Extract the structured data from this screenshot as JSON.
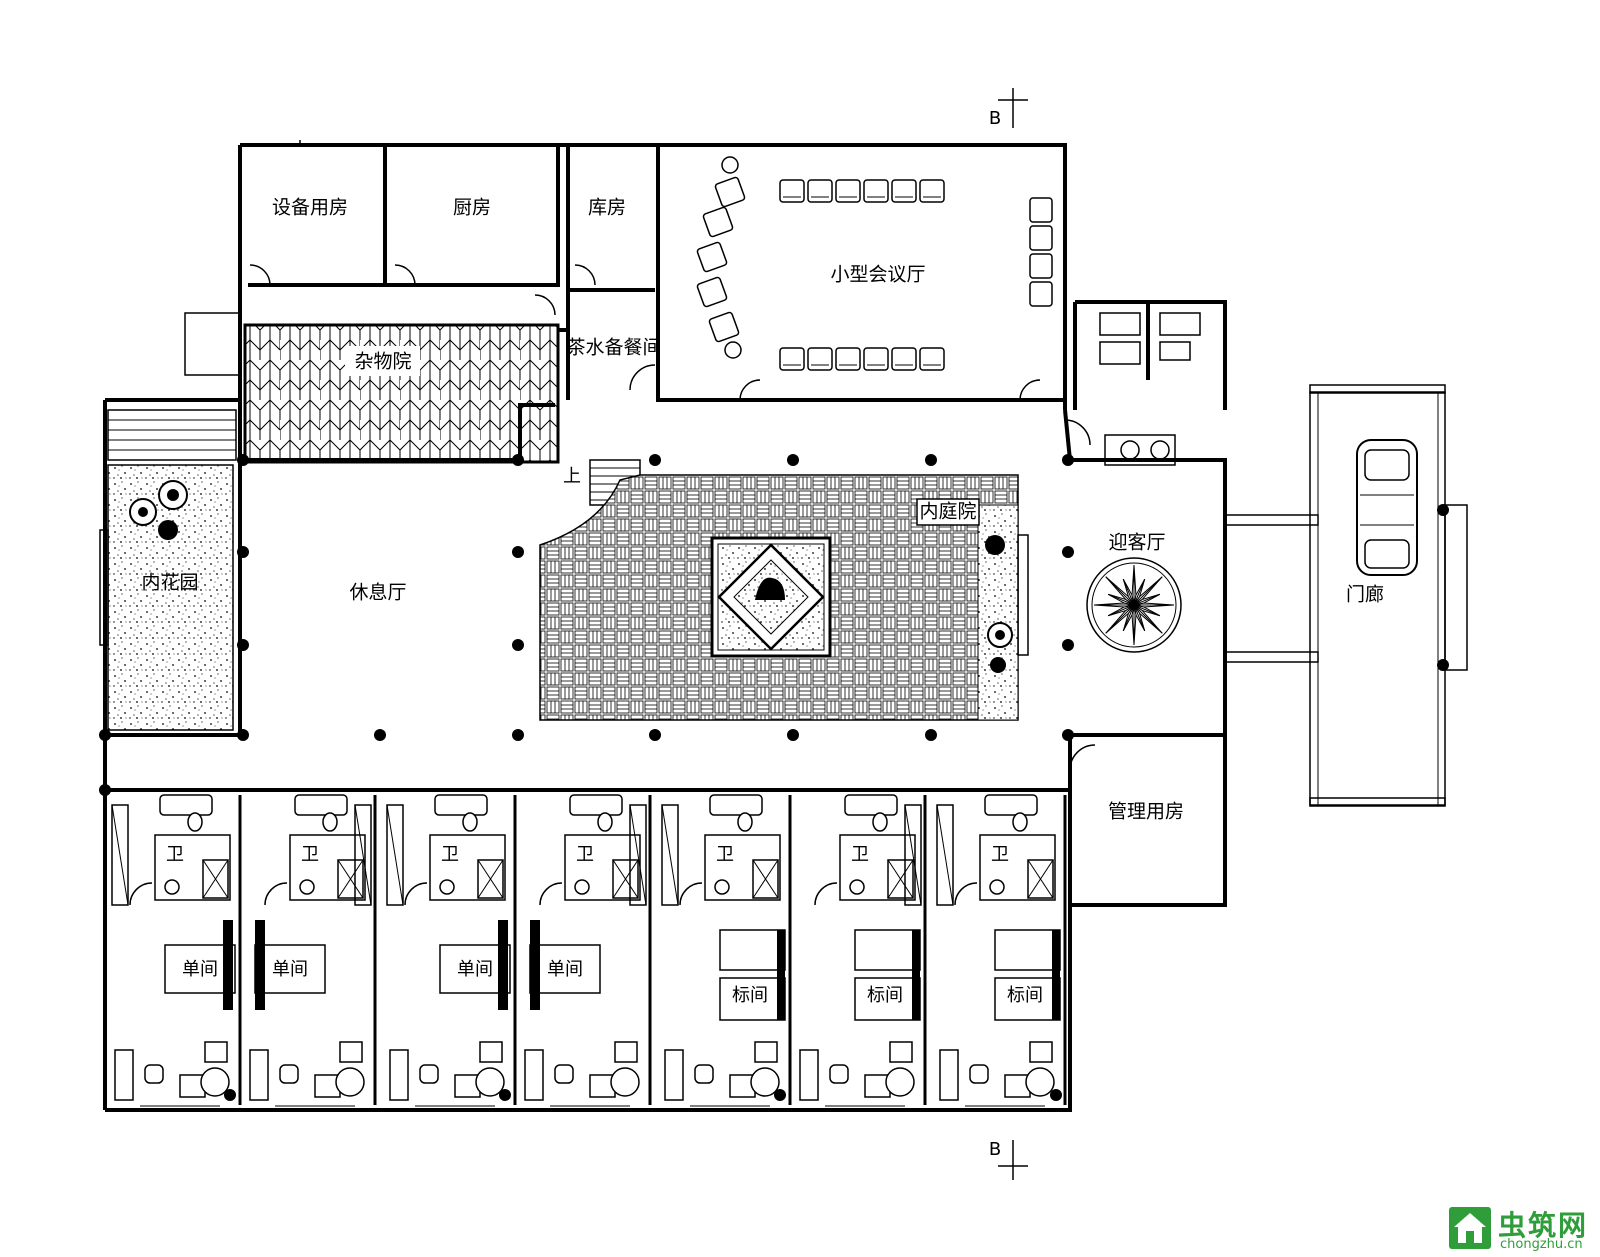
{
  "rooms": {
    "equipment": "设备用房",
    "kitchen": "厨房",
    "storage": "库房",
    "meeting": "小型会议厅",
    "tea": "茶水备餐间",
    "yard": "杂物院",
    "garden": "内花园",
    "lounge": "休息厅",
    "courtyard": "内庭院",
    "reception": "迎客厅",
    "porch": "门廊",
    "management": "管理用房",
    "bath": "卫",
    "single": "单间",
    "standard": "标间"
  },
  "annotations": {
    "section_mark": "B",
    "stair_up": "上"
  },
  "watermark": {
    "text_cn": "虫筑网",
    "text_en": "chongzhu.cn"
  },
  "colors": {
    "line": "#000000",
    "background": "#ffffff",
    "brand": "#2f9d3a"
  }
}
